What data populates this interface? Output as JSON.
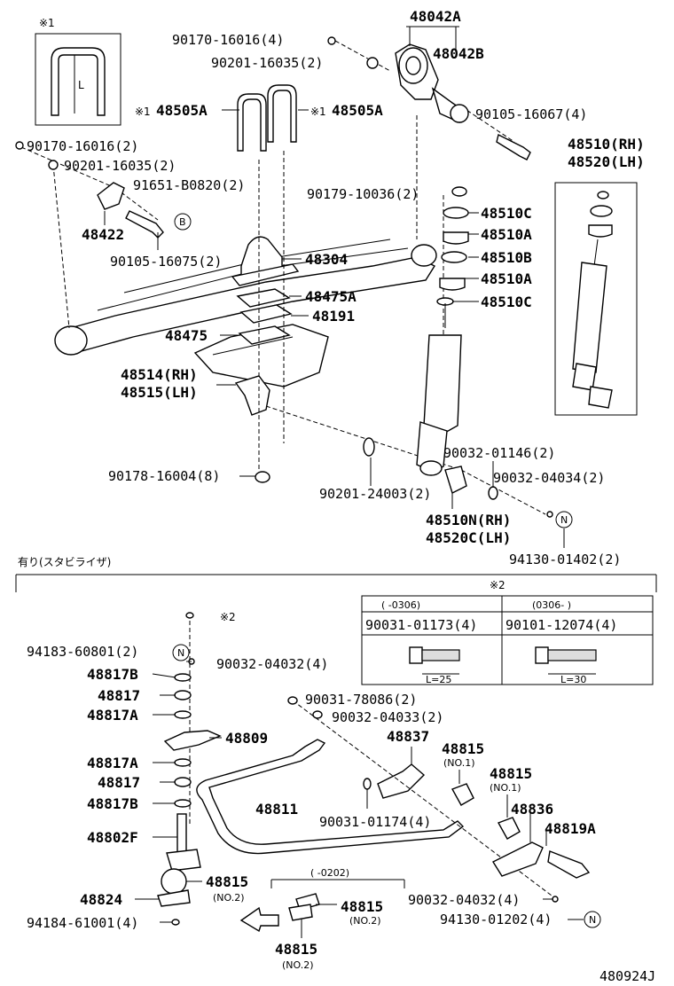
{
  "diagram_code": "480924J",
  "note1_mark": "※1",
  "note1_dim": "L",
  "section_title": "有り(スタビライザ)",
  "note2_mark": "※2",
  "table": {
    "col1_header": "(    -0306)",
    "col2_header": "(0306-      )",
    "col1_part": "90031-01173(4)",
    "col2_part": "90101-12074(4)",
    "col1_len": "L=25",
    "col2_len": "L=30"
  },
  "sub_range": "(    -0202)",
  "labels": {
    "p48042A": "48042A",
    "p48042B": "48042B",
    "p90170a": "90170-16016(4)",
    "p90201a": "90201-16035(2)",
    "p90105a": "90105-16067(4)",
    "p48505A_l": "48505A",
    "p48505A_r": "48505A",
    "mark_l": "※1",
    "mark_r": "※1",
    "p90170b": "90170-16016(2)",
    "p90201b": "90201-16035(2)",
    "p91651": "91651-B0820(2)",
    "p48422": "48422",
    "p90105b": "90105-16075(2)",
    "p48304": "48304",
    "p48475A": "48475A",
    "p48191": "48191",
    "p48475": "48475",
    "p48514": "48514(RH)",
    "p48515": "48515(LH)",
    "p90178": "90178-16004(8)",
    "p90201c": "90201-24003(2)",
    "p90179": "90179-10036(2)",
    "p48510C_a": "48510C",
    "p48510A_a": "48510A",
    "p48510B": "48510B",
    "p48510A_b": "48510A",
    "p48510C_b": "48510C",
    "p48510RH": "48510(RH)",
    "p48520LH": "48520(LH)",
    "p90032a": "90032-01146(2)",
    "p90032b": "90032-04034(2)",
    "p48510N": "48510N(RH)",
    "p48520C": "48520C(LH)",
    "p94130a": "94130-01402(2)",
    "mark_s2": "※2",
    "p94183": "94183-60801(2)",
    "p90032c": "90032-04032(4)",
    "p48817B_a": "48817B",
    "p48817_a": "48817",
    "p48817A_a": "48817A",
    "p48809": "48809",
    "p48817A_b": "48817A",
    "p48817_b": "48817",
    "p48817B_b": "48817B",
    "p48802F": "48802F",
    "p48824": "48824",
    "p94184": "94184-61001(4)",
    "p48815_a": "48815",
    "p48815_a_n": "(NO.2)",
    "p90031a": "90031-78086(2)",
    "p90032d": "90032-04033(2)",
    "p48837": "48837",
    "p48815_b": "48815",
    "p48815_b_n": "(NO.1)",
    "p48815_c": "48815",
    "p48815_c_n": "(NO.1)",
    "p48836": "48836",
    "p48819A": "48819A",
    "p48811": "48811",
    "p90031b": "90031-01174(4)",
    "p90032e": "90032-04032(4)",
    "p94130b": "94130-01202(4)",
    "p48815_d": "48815",
    "p48815_d_n": "(NO.2)",
    "p48815_e": "48815",
    "p48815_e_n": "(NO.2)",
    "circleB": "B",
    "circleN1": "N",
    "circleN2": "N",
    "circleN3": "N"
  }
}
